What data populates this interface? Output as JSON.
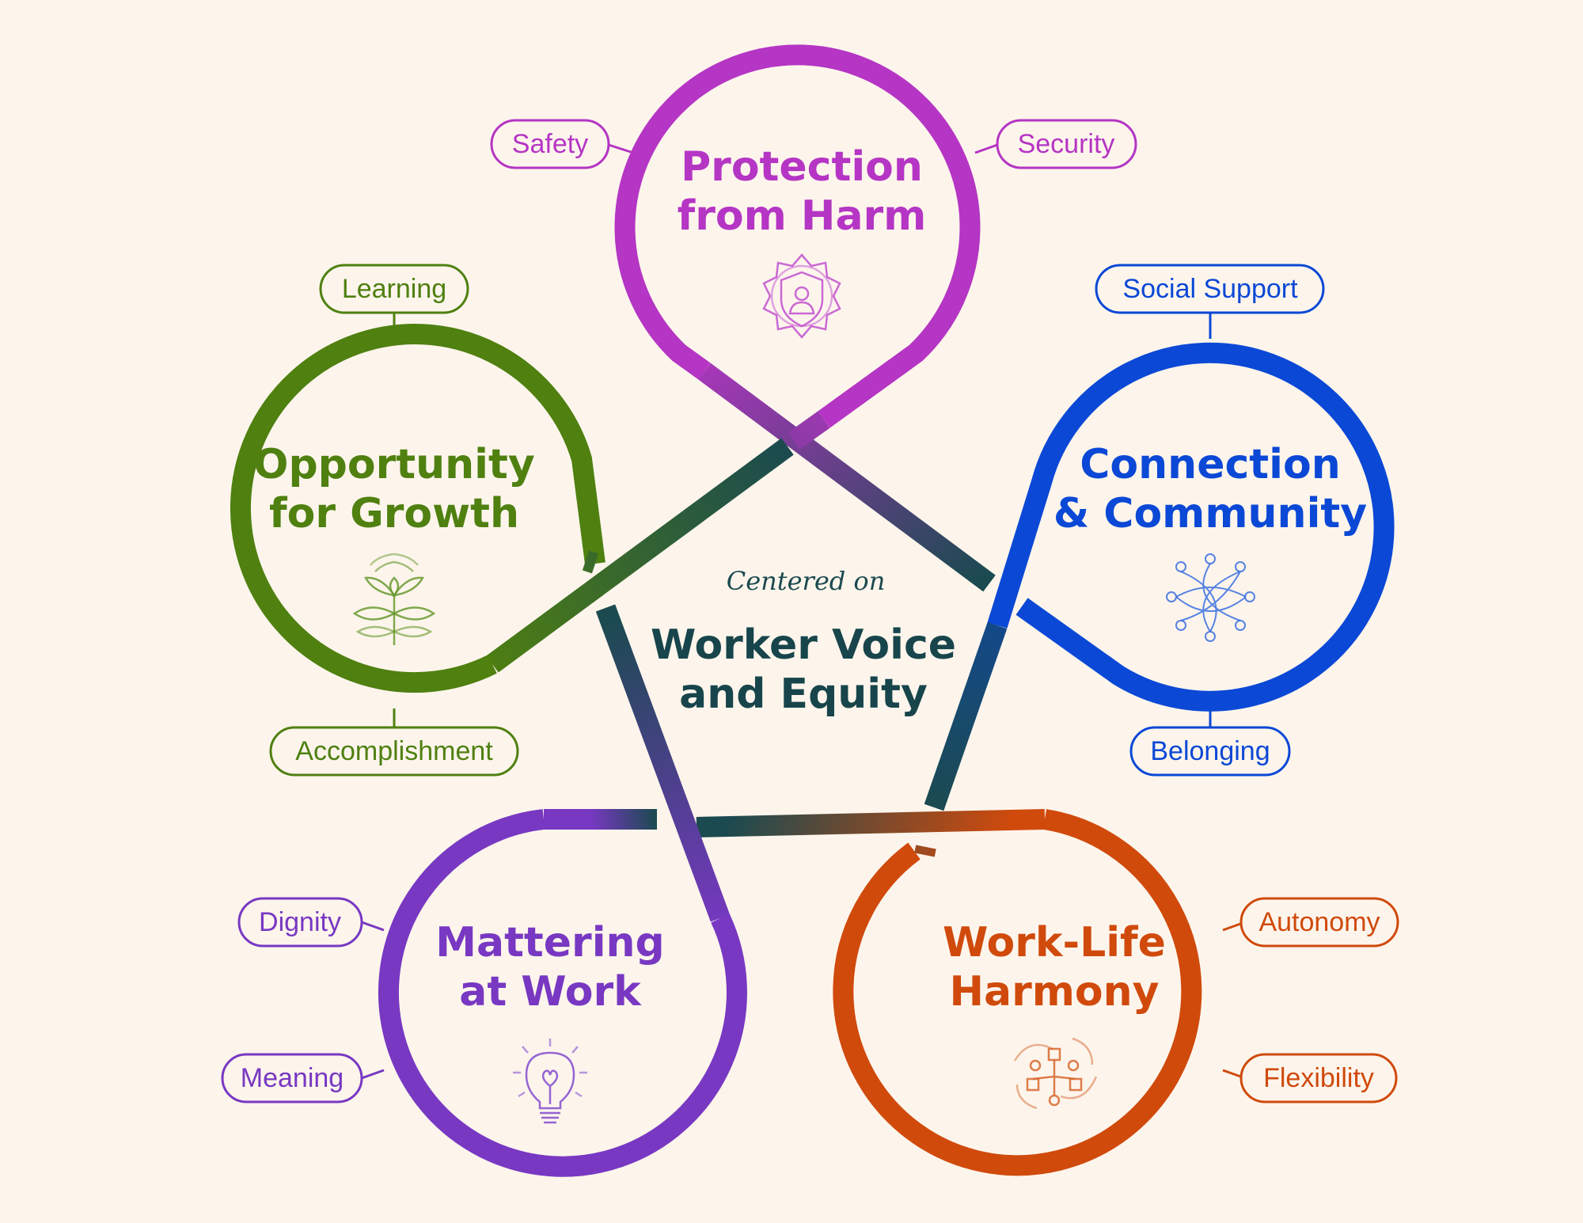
{
  "center": {
    "kicker": "Centered on",
    "title_line1": "Worker Voice",
    "title_line2": "and Equity",
    "color": "#17454b"
  },
  "pillars": {
    "protection": {
      "title_line1": "Protection",
      "title_line2": "from Harm",
      "color": "#b535c4",
      "icon": "shield-person-icon",
      "tags": [
        "Safety",
        "Security"
      ]
    },
    "connection": {
      "title_line1": "Connection",
      "title_line2": "& Community",
      "color": "#0b48d6",
      "icon": "network-icon",
      "tags": [
        "Social Support",
        "Belonging"
      ]
    },
    "worklife": {
      "title_line1": "Work-Life",
      "title_line2": "Harmony",
      "color": "#d04a0c",
      "icon": "swirl-nodes-icon",
      "tags": [
        "Autonomy",
        "Flexibility"
      ]
    },
    "mattering": {
      "title_line1": "Mattering",
      "title_line2": "at Work",
      "color": "#7838c2",
      "icon": "lightbulb-heart-icon",
      "tags": [
        "Dignity",
        "Meaning"
      ]
    },
    "growth": {
      "title_line1": "Opportunity",
      "title_line2": "for Growth",
      "color": "#4f8010",
      "icon": "lotus-plant-icon",
      "tags": [
        "Learning",
        "Accomplishment"
      ]
    }
  }
}
